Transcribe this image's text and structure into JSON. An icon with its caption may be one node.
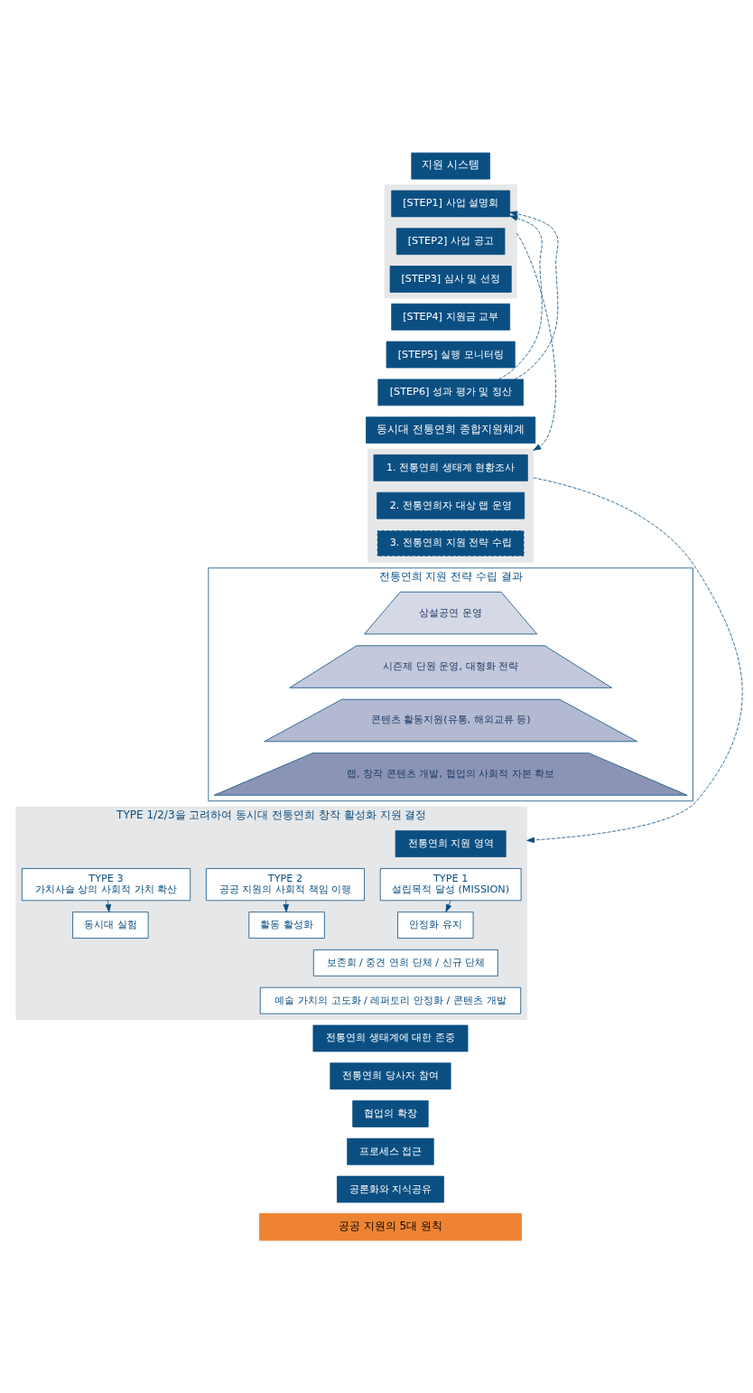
{
  "diagram": {
    "nodes": [
      {
        "text": [
          "지원 시스템"
        ]
      },
      {
        "text": [],
        "shape": "box"
      },
      {
        "text": [
          "[STEP1] 사업 설명회"
        ],
        "in": 1
      },
      {
        "text": [
          "[STEP2] 사업 공고"
        ],
        "in": 1
      },
      {
        "text": [
          "[STEP3] 심사 및 선정"
        ],
        "in": 1
      },
      {
        "text": [
          "[STEP4] 지원금 교부"
        ]
      },
      {
        "text": [
          "[STEP5] 실행 모니터링"
        ]
      },
      {
        "text": [
          "[STEP6] 성과 평가 및 정산"
        ]
      },
      {
        "text": [
          "동시대 전통연희 종합지원체계"
        ]
      },
      {
        "text": [],
        "shape": "box"
      },
      {
        "text": [
          "1. 전통연희 생태계 현황조사"
        ],
        "in": 9
      },
      {
        "text": [
          "2. 전통연희자 대상 랩 운영"
        ],
        "in": 9
      },
      {
        "text": [
          "3. 전통연희 지원 전략 수립"
        ],
        "in": 9
      },
      {
        "text": [
          "전통연희 지원 전략 수립 결과"
        ]
      },
      {
        "text": [
          "상설공연 운영"
        ],
        "in": 13
      },
      {
        "text": [
          "시즌제 단원 운영, 대형화 전략"
        ],
        "in": 13
      },
      {
        "text": [
          "콘텐츠 활동지원(유통, 해외교류 등)"
        ],
        "in": 13
      },
      {
        "text": [
          "랩, 창작 콘텐츠 개발, 협업의 사회적 자본 확보"
        ],
        "in": 13
      },
      {
        "text": [
          "TYPE 1/2/3을 고려하여 동시대 전통연희 창작 활성화 지원 결정"
        ]
      },
      {
        "text": [
          "전통연희 지원 영역"
        ],
        "in": 18
      },
      {
        "text": [
          "TYPE 1",
          "설립목적 달성 (MISSION)"
        ],
        "in": 18
      },
      {
        "text": [
          "TYPE 2",
          "공공 지원의 사회적 책임 이행"
        ],
        "in": 18
      },
      {
        "text": [
          "TYPE 3",
          "가치사슬 상의 사회적 가치 확산"
        ],
        "in": 18
      },
      {
        "text": [
          "안정화 유지"
        ],
        "in": 18
      },
      {
        "text": [
          "활동 활성화"
        ],
        "in": 18
      },
      {
        "text": [
          "동시대 실험"
        ],
        "in": 18
      },
      {
        "text": [
          "보존회 / 중견 연희 단체 / 신규 단체"
        ],
        "in": 18
      },
      {
        "text": [
          "예술 가치의 고도화 / 레퍼토리 안정화 / 콘텐츠 개발"
        ],
        "in": 18
      },
      {
        "text": [
          "전통연희 생태계에 대한 존중"
        ]
      },
      {
        "text": [
          "전통연희 당사자 참여"
        ]
      },
      {
        "text": [
          "협업의 확장"
        ]
      },
      {
        "text": [
          "프로세스 접근"
        ]
      },
      {
        "text": [
          "공론화와 지식공유"
        ]
      },
      {
        "text": [
          "공공 지원의 5대 원칙"
        ]
      }
    ],
    "edges": [
      {
        "from": 7,
        "to": 2,
        "arrow": "to",
        "style": "dashed"
      },
      {
        "from": 7,
        "to": 2,
        "arrow": "to",
        "style": "dashed"
      },
      {
        "from": 1,
        "to": 9,
        "arrow": "to",
        "style": "dashed"
      },
      {
        "from": 9,
        "to": 18,
        "arrow": "to",
        "style": "dashed"
      },
      {
        "from": 20,
        "to": 23,
        "arrow": "to"
      },
      {
        "from": 21,
        "to": 24,
        "arrow": "to"
      },
      {
        "from": 22,
        "to": 25,
        "arrow": "to"
      }
    ]
  }
}
